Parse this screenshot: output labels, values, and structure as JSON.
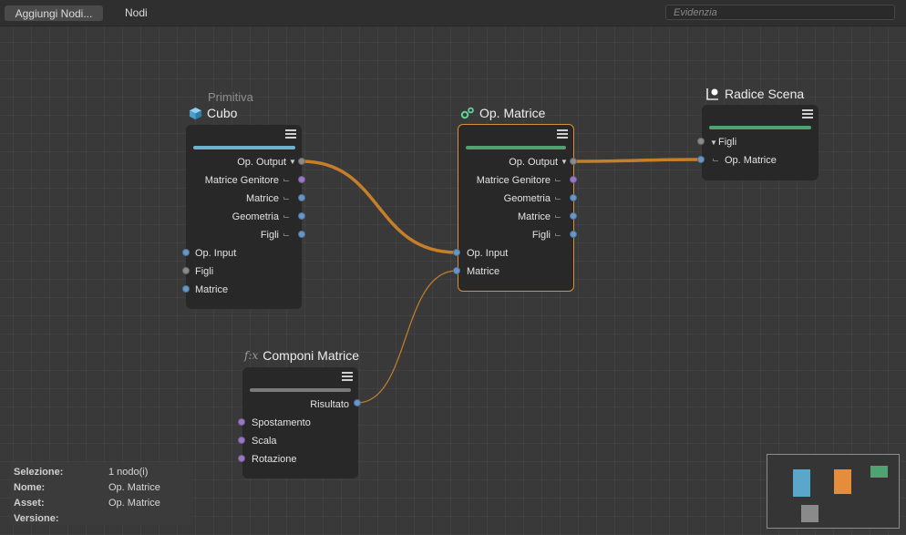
{
  "toolbar": {
    "add_nodes_label": "Aggiungi Nodi...",
    "menu_nodes": "Nodi",
    "search_placeholder": "Evidenzia"
  },
  "colors": {
    "wire": "#c57f28",
    "bar_blue": "#6ab2cf",
    "bar_green": "#4ea370",
    "bar_gray": "#7a7a7a",
    "port_blue": "#6796c9",
    "port_purple": "#9977c6",
    "port_gray": "#8a8a8a",
    "selection": "#d98f35"
  },
  "nodes": {
    "cubo": {
      "subtitle": "Primitiva",
      "title": "Cubo",
      "icon": "cube-icon",
      "outputs": [
        "Op. Output",
        "Matrice Genitore",
        "Matrice",
        "Geometria",
        "Figli"
      ],
      "inputs": [
        "Op. Input",
        "Figli",
        "Matrice"
      ]
    },
    "op_matrice": {
      "title": "Op. Matrice",
      "icon": "gears-icon",
      "outputs": [
        "Op. Output",
        "Matrice Genitore",
        "Geometria",
        "Matrice",
        "Figli"
      ],
      "inputs": [
        "Op. Input",
        "Matrice"
      ]
    },
    "radice_scena": {
      "title": "Radice Scena",
      "icon": "scene-root-icon",
      "inputs": [
        "Figli",
        "Op. Matrice"
      ]
    },
    "componi_matrice": {
      "title": "Componi Matrice",
      "icon": "function-icon",
      "icon_text": "f:x",
      "outputs": [
        "Risultato"
      ],
      "inputs": [
        "Spostamento",
        "Scala",
        "Rotazione"
      ]
    }
  },
  "info_panel": {
    "rows": [
      {
        "key": "Selezione:",
        "value": "1 nodo(i)"
      },
      {
        "key": "Nome:",
        "value": "Op. Matrice"
      },
      {
        "key": "Asset:",
        "value": "Op. Matrice"
      },
      {
        "key": "Versione:",
        "value": ""
      }
    ]
  },
  "minimap": {
    "colors": [
      "#5aa7cc",
      "#e58d3a",
      "#4ea370",
      "#8a8a8a"
    ]
  }
}
